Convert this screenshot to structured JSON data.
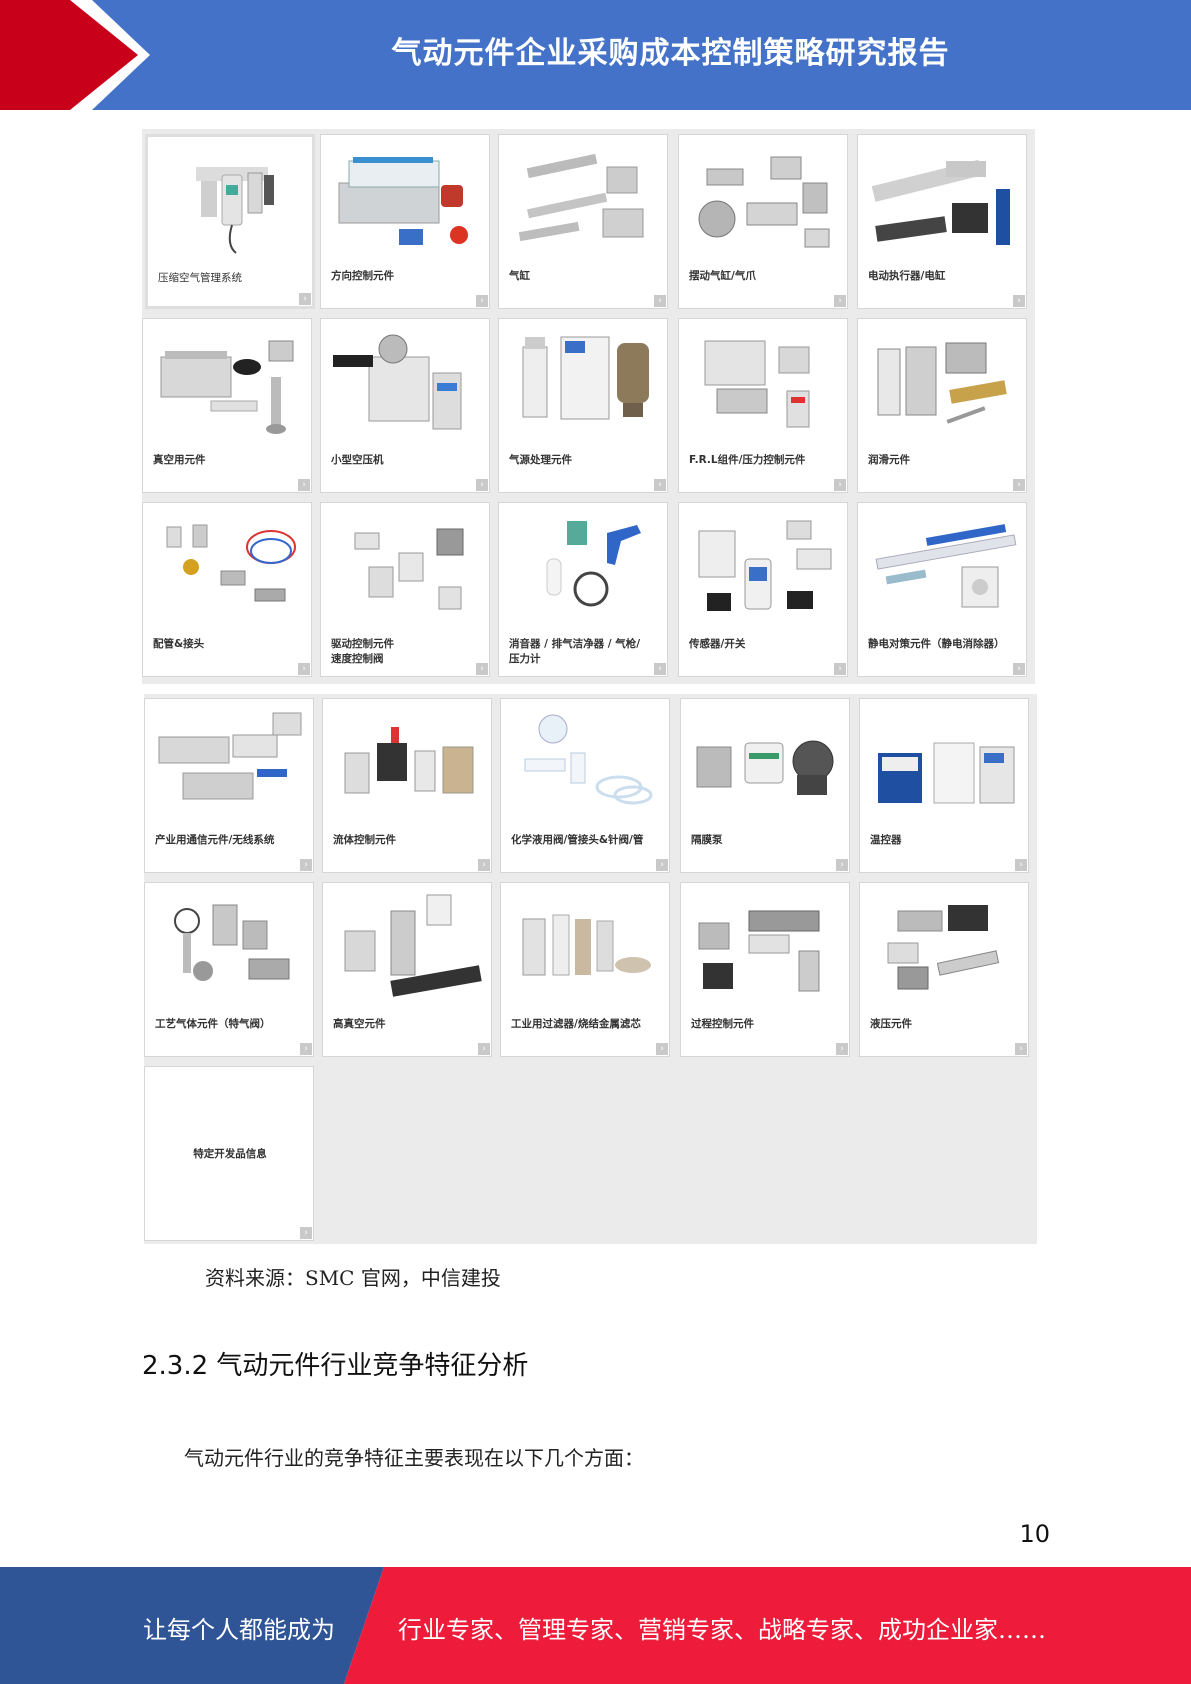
{
  "header": {
    "title": "气动元件企业采购成本控制策略研究报告",
    "bg_color": "#4472c8",
    "arrow_color": "#c8001a"
  },
  "grid_a": [
    {
      "label": "压缩空气管理系统",
      "icon": "air-management-icon"
    },
    {
      "label": "方向控制元件",
      "icon": "directional-valve-icon"
    },
    {
      "label": "气缸",
      "icon": "cylinder-icon"
    },
    {
      "label": "摆动气缸/气爪",
      "icon": "rotary-gripper-icon"
    },
    {
      "label": "电动执行器/电缸",
      "icon": "electric-actuator-icon"
    },
    {
      "label": "真空用元件",
      "icon": "vacuum-icon"
    },
    {
      "label": "小型空压机",
      "icon": "compressor-icon"
    },
    {
      "label": "气源处理元件",
      "icon": "air-preparation-icon"
    },
    {
      "label": "F.R.L组件/压力控制元件",
      "icon": "frl-unit-icon"
    },
    {
      "label": "润滑元件",
      "icon": "lubrication-icon"
    },
    {
      "label": "配管&接头",
      "icon": "fittings-icon"
    },
    {
      "label": "驱动控制元件\n速度控制阀",
      "icon": "speed-controller-icon"
    },
    {
      "label": "消音器 / 排气洁净器 / 气枪/\n压力计",
      "icon": "silencer-gun-icon"
    },
    {
      "label": "传感器/开关",
      "icon": "sensor-icon"
    },
    {
      "label": "静电对策元件（静电消除器）",
      "icon": "ionizer-icon"
    }
  ],
  "grid_b": [
    {
      "label": "产业用通信元件/无线系统",
      "icon": "fieldbus-icon"
    },
    {
      "label": "流体控制元件",
      "icon": "fluid-valve-icon"
    },
    {
      "label": "化学液用阀/管接头&针阀/管",
      "icon": "chemical-fitting-icon"
    },
    {
      "label": "隔膜泵",
      "icon": "diaphragm-pump-icon"
    },
    {
      "label": "温控器",
      "icon": "chiller-icon"
    },
    {
      "label": "工艺气体元件（特气阀）",
      "icon": "process-gas-icon"
    },
    {
      "label": "高真空元件",
      "icon": "high-vacuum-icon"
    },
    {
      "label": "工业用过滤器/烧结金属滤芯",
      "icon": "filter-element-icon"
    },
    {
      "label": "过程控制元件",
      "icon": "process-control-icon"
    },
    {
      "label": "液压元件",
      "icon": "hydraulic-icon"
    },
    {
      "label": "特定开发品信息",
      "icon": ""
    }
  ],
  "source_text": "资料来源：SMC 官网，中信建投",
  "section_heading": "2.3.2 气动元件行业竞争特征分析",
  "paragraph": "气动元件行业的竞争特征主要表现在以下几个方面：",
  "page_number": "10",
  "footer": {
    "left_text": "让每个人都能成为",
    "right_text": "行业专家、管理专家、营销专家、战略专家、成功企业家……",
    "left_color": "#2f5597",
    "right_color": "#ee1c3a"
  }
}
